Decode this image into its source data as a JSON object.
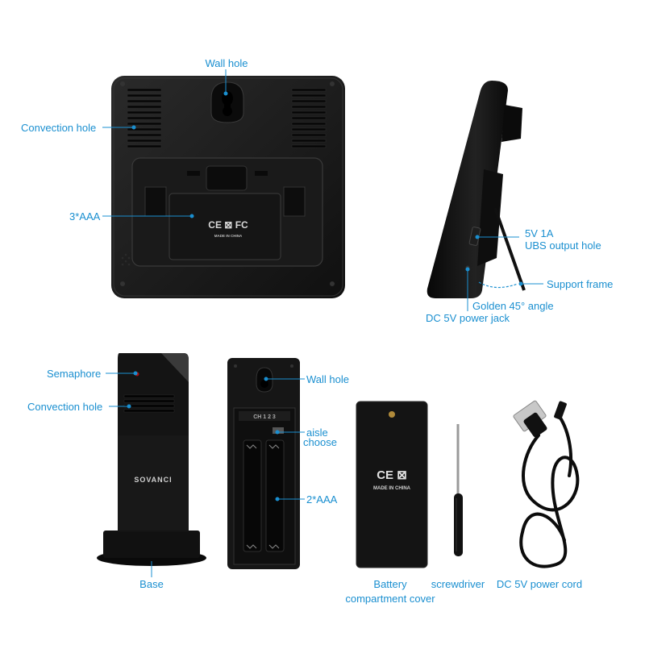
{
  "labels": {
    "wall_hole_top": "Wall hole",
    "convection_hole_top": "Convection hole",
    "battery_3aaa": "3*AAA",
    "output_line1": "5V 1A",
    "output_line2": "UBS output hole",
    "support_frame": "Support frame",
    "golden_angle": "Golden 45° angle",
    "dc_jack": "DC 5V power jack",
    "semaphore": "Semaphore",
    "convection_hole_bottom": "Convection hole",
    "base": "Base",
    "wall_hole_bottom": "Wall hole",
    "aisle_line1": "aisle",
    "aisle_line2": "choose",
    "battery_2aaa": "2*AAA",
    "cover_line1": "Battery",
    "cover_line2": "compartment cover",
    "screwdriver": "screwdriver",
    "power_cord": "DC 5V power cord"
  },
  "product_print": {
    "certs_main": "CE ⊠ FC",
    "made_in_main": "MADE IN CHINA",
    "brand": "SOVANCI",
    "channels": "CH 1 2 3",
    "certs_cover": "CE ⊠",
    "made_in_cover": "MADE IN CHINA",
    "degree_mark": "45°"
  },
  "colors": {
    "label": "#1a8fd0",
    "device_body": "#141414",
    "device_edge": "#2c2c2c"
  }
}
